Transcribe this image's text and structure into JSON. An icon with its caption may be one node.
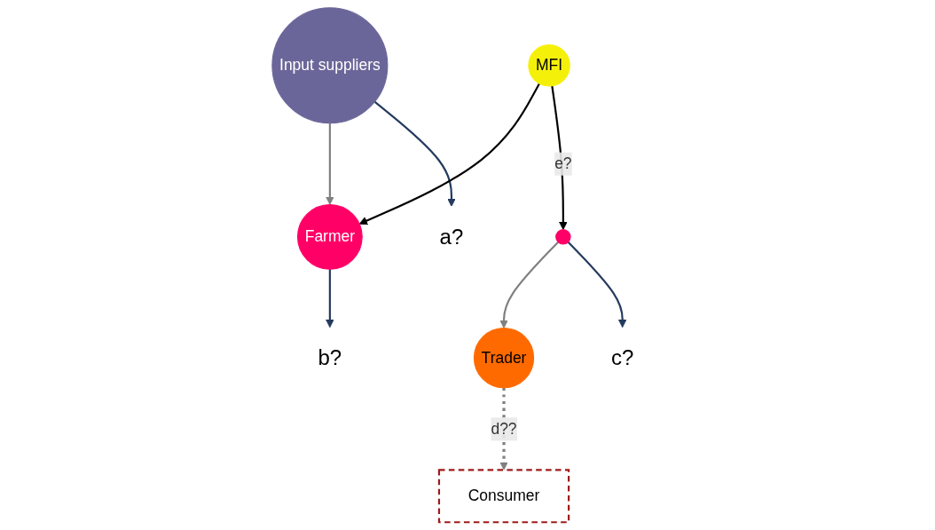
{
  "diagram": {
    "nodes": [
      {
        "text": [
          "Input suppliers"
        ]
      },
      {
        "text": [
          "Farmer"
        ]
      },
      {
        "text": [],
        "shape": "circle"
      },
      {
        "text": [
          "Trader"
        ]
      },
      {
        "text": [
          "Consumer"
        ]
      },
      {
        "text": [
          "a?"
        ]
      },
      {
        "text": [
          "b?"
        ]
      },
      {
        "text": [
          "c?"
        ]
      },
      {
        "text": [
          "MFI"
        ]
      }
    ],
    "edges": [
      {
        "from": 0,
        "to": 1,
        "arrow": "to",
        "color": "#808080"
      },
      {
        "from": 0,
        "to": 5,
        "arrow": "to",
        "color": "#243a5e"
      },
      {
        "from": 1,
        "to": 6,
        "arrow": "to",
        "color": "#243a5e"
      },
      {
        "from": 8,
        "to": 1,
        "arrow": "to",
        "color": "#000000"
      },
      {
        "from": 8,
        "to": 2,
        "arrow": "to",
        "label": "e?",
        "color": "#000000"
      },
      {
        "from": 2,
        "to": 3,
        "arrow": "to",
        "color": "#808080"
      },
      {
        "from": 2,
        "to": 7,
        "arrow": "to",
        "color": "#243a5e"
      },
      {
        "from": 3,
        "to": 4,
        "arrow": "to",
        "label": "d??",
        "style": "dashed",
        "color": "#808080"
      }
    ]
  }
}
